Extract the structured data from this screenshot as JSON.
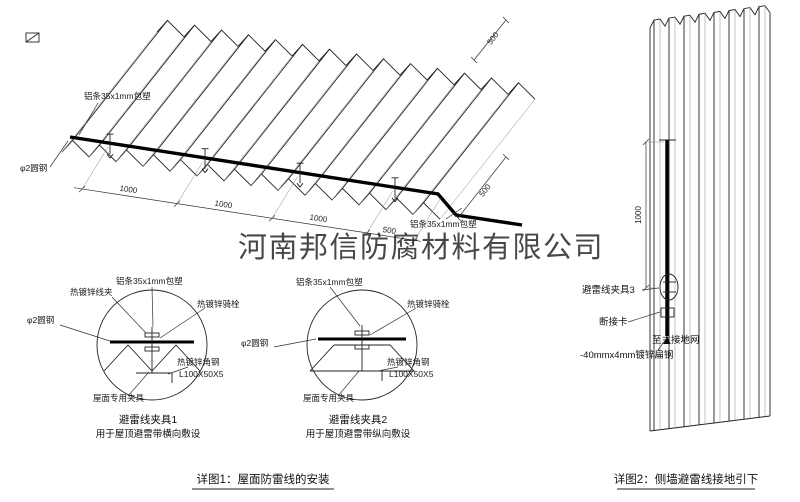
{
  "watermark": "河南邦信防腐材料有限公司",
  "colors": {
    "line": "#1a1a1a",
    "red": "#cc2222",
    "watermark": "#9c9c9c"
  },
  "roof": {
    "label_strip_top": "铝条35x1mm包塑",
    "label_rod": "φ2圆钢",
    "label_strip_right": "铝条35x1mm包塑",
    "dims_bottom": [
      "1000",
      "1000",
      "1000",
      "500"
    ],
    "dim_side": "500",
    "dim_top": "500"
  },
  "detail1": {
    "labels": {
      "wire_clip": "热镀锌线夹",
      "strip": "铝条35x1mm包塑",
      "saddle_bolt": "热镀锌骑栓",
      "rod": "φ2圆钢",
      "angle_steel": "热镀锌角钢",
      "angle_size": "L100X50X5",
      "roof_fixture": "屋面专用夹具"
    },
    "title": "避雷线夹具1",
    "subtitle": "用于屋顶避雷带横向敷设"
  },
  "detail2": {
    "labels": {
      "strip": "铝条35x1mm包塑",
      "saddle_bolt": "热镀锌骑栓",
      "rod": "φ2圆钢",
      "angle_steel": "热镀锌角钢",
      "angle_size": "L100X50X5",
      "roof_fixture": "屋面专用夹具"
    },
    "title": "避雷线夹具2",
    "subtitle": "用于屋顶避雷带纵向敷设"
  },
  "wall": {
    "dim_1000": "1000",
    "label_clamp": "避雷线夹具3",
    "label_disconnect": "断接卡",
    "label_to_ground": "至主接地网",
    "label_flat_steel": "-40mmx4mm镀锌扁钢"
  },
  "captions": {
    "detail1": "详图1：屋面防雷线的安装",
    "detail2": "详图2：侧墙避雷线接地引下"
  }
}
